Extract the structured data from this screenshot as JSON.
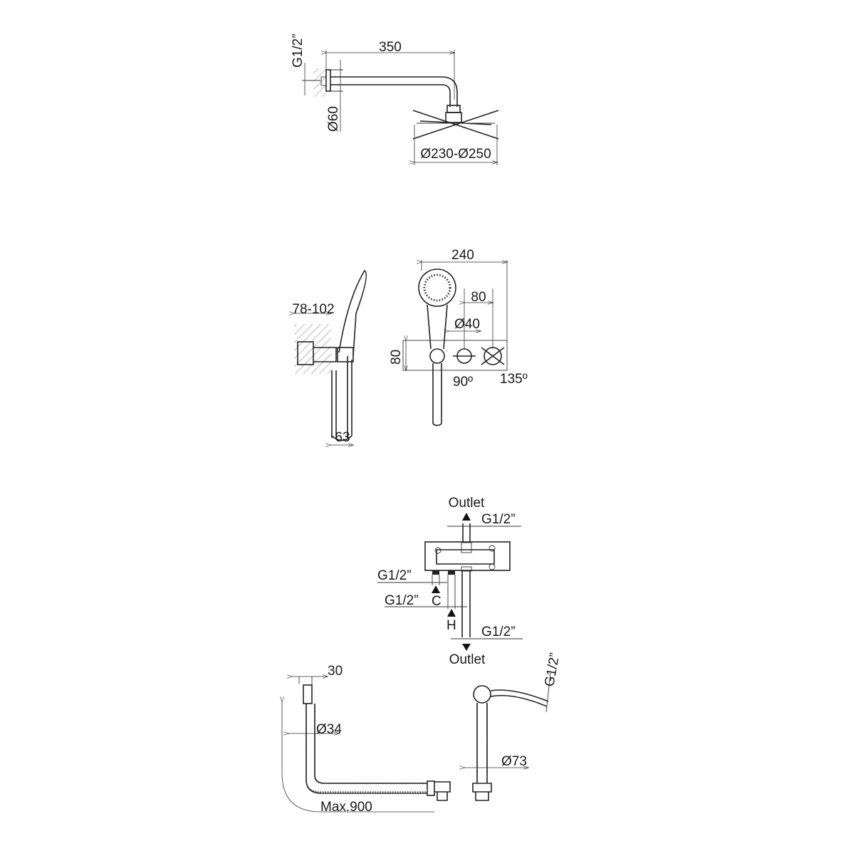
{
  "shower_arm": {
    "length": "350",
    "thread": "G1/2”",
    "flange_diameter": "Ø60",
    "head_diameter": "Ø230-Ø250"
  },
  "hand_shower": {
    "wall_depth": "78-102",
    "holder_width": "63",
    "total_width": "240",
    "height": "80",
    "spacing": "80",
    "knob_diameter": "Ø40",
    "angle_left": "90º",
    "angle_right": "135º"
  },
  "valve": {
    "outlet_top": "Outlet",
    "outlet_top_thread": "G1/2”",
    "cold_thread": "G1/2”",
    "cold_label": "C",
    "hot_thread": "G1/2”",
    "hot_label": "H",
    "outlet_bottom_thread": "G1/2”",
    "outlet_bottom": "Outlet"
  },
  "bath_filler": {
    "overflow_depth": "30",
    "hose_diameter": "Ø34",
    "max_length": "Max.900",
    "spout_thread": "G1/2”",
    "spout_diameter": "Ø73"
  }
}
